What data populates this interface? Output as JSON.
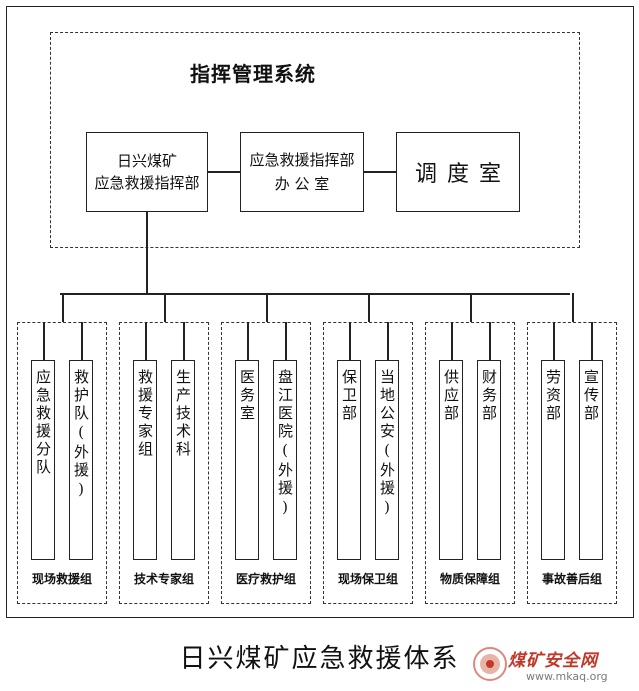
{
  "command_system": {
    "title": "指挥管理系统",
    "hq": {
      "lines": [
        "日兴煤矿",
        "应急救援指挥部"
      ]
    },
    "office": {
      "lines": [
        "应急救援指挥部",
        "办 公 室"
      ]
    },
    "dispatch": {
      "label": "调度室"
    }
  },
  "groups": [
    {
      "label": "现场救援组",
      "units": [
        "应急救援分队",
        "救护队(外援)"
      ]
    },
    {
      "label": "技术专家组",
      "units": [
        "救援专家组",
        "生产技术科"
      ]
    },
    {
      "label": "医疗救护组",
      "units": [
        "医务室",
        "盘江医院(外援)"
      ]
    },
    {
      "label": "现场保卫组",
      "units": [
        "保卫部",
        "当地公安(外援)"
      ]
    },
    {
      "label": "物质保障组",
      "units": [
        "供应部",
        "财务部"
      ]
    },
    {
      "label": "事故善后组",
      "units": [
        "劳资部",
        "宣传部"
      ]
    }
  ],
  "caption": "日兴煤矿应急救援体系",
  "watermark": {
    "text": "煤矿安全网",
    "url": "www.mkaq.org",
    "color": "#c0392b"
  }
}
